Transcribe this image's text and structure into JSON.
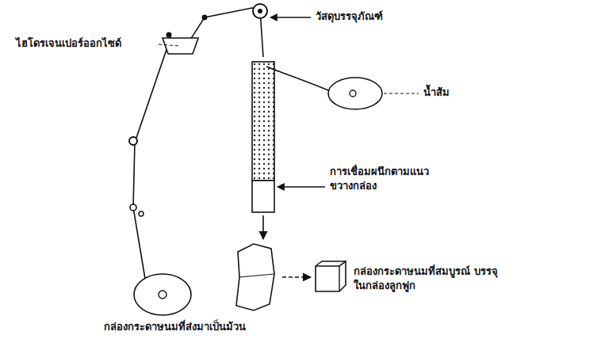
{
  "diagram": {
    "labels": [
      "วัสดุบรรจุภัณฑ์",
      "ไฮโดรเจนเปอร์ออกไซด์",
      "น้ำส้ม",
      "การเชื่อมผนึกตามแนวขวางกล่อง",
      "กล่องกระดาษนมที่ส่งมาเป็นม้วน",
      "กล่องกระดาษนมที่สมบูรณ์ บรรจุในกล่องลูกฟูก"
    ]
  }
}
